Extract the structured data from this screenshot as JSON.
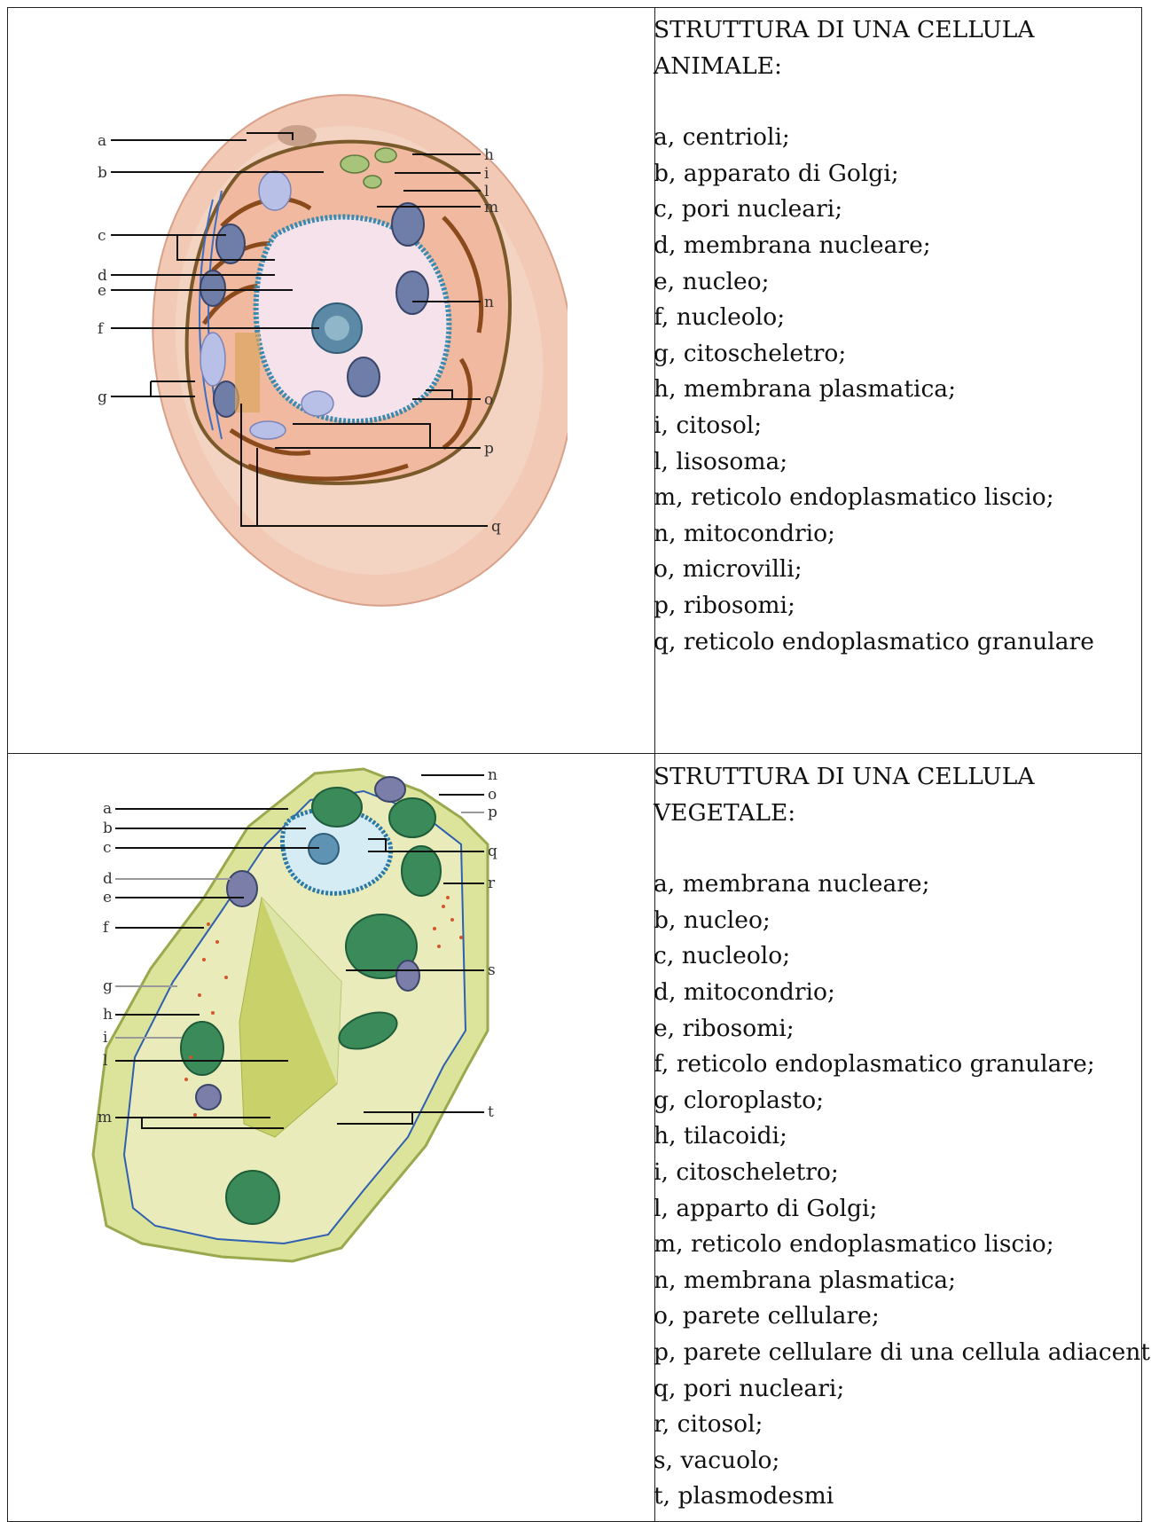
{
  "animal": {
    "heading_line1": "STRUTTURA DI UNA CELLULA",
    "heading_line2": "ANIMALE:",
    "legend": [
      "a, centrioli;",
      "b, apparato di Golgi;",
      "c, pori nucleari;",
      "d, membrana nucleare;",
      "e, nucleo;",
      "f, nucleolo;",
      "g, citoscheletro;",
      "h, membrana plasmatica;",
      "i, citosol;",
      "l, lisosoma;",
      "m, reticolo endoplasmatico liscio;",
      "n, mitocondrio;",
      "o, microvilli;",
      "p, ribosomi;",
      "q, reticolo endoplasmatico granulare"
    ],
    "diagram_labels": {
      "a": "a",
      "b": "b",
      "c": "c",
      "d": "d",
      "e": "e",
      "f": "f",
      "g": "g",
      "h": "h",
      "i": "i",
      "l": "l",
      "m": "m",
      "n": "n",
      "o": "o",
      "p": "p",
      "q": "q"
    }
  },
  "plant": {
    "heading_line1": "STRUTTURA DI UNA CELLULA",
    "heading_line2": "VEGETALE:",
    "legend": [
      "a, membrana nucleare;",
      "b, nucleo;",
      "c, nucleolo;",
      "d, mitocondrio;",
      "e, ribosomi;",
      "f, reticolo endoplasmatico granulare;",
      "g, cloroplasto;",
      "h, tilacoidi;",
      "i, citoscheletro;",
      "l, apparto di Golgi;",
      "m, reticolo endoplasmatico liscio;",
      "n, membrana plasmatica;",
      "o, parete cellulare;",
      "p, parete cellulare di una cellula adiacente;",
      "q, pori nucleari;",
      "r, citosol;",
      "s, vacuolo;",
      "t, plasmodesmi"
    ],
    "diagram_labels": {
      "a": "a",
      "b": "b",
      "c": "c",
      "d": "d",
      "e": "e",
      "f": "f",
      "g": "g",
      "h": "h",
      "i": "i",
      "l": "l",
      "m": "m",
      "n": "n",
      "o": "o",
      "p": "p",
      "q": "q",
      "r": "r",
      "s": "s",
      "t": "t"
    }
  }
}
